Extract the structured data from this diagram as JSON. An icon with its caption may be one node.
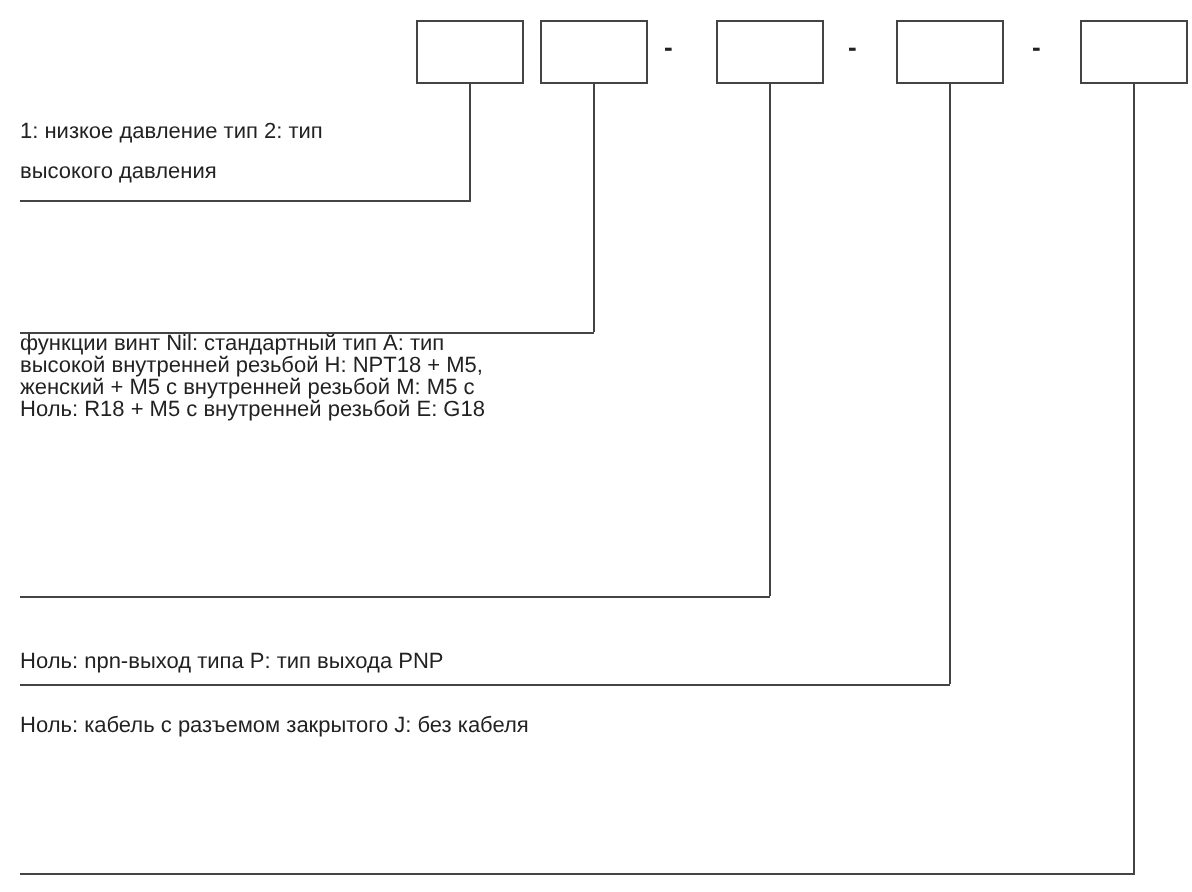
{
  "diagram": {
    "nodes": [
      {
        "text": [],
        "shape": "box"
      },
      {
        "text": [],
        "shape": "box"
      },
      {
        "text": [],
        "shape": "box"
      },
      {
        "text": [],
        "shape": "box"
      },
      {
        "text": [],
        "shape": "box"
      },
      {
        "text": [
          "1: низкое давление тип 2: тип высокого давления"
        ]
      },
      {
        "text": [
          "функции винт Nil: стандартный тип A: тип высокой внутренней резьбой H: NPT18 + M5, женский + M5 с внутренней резьбой M: M5 с Ноль: R18 + M5 с внутренней резьбой E: G18"
        ]
      },
      {
        "text": [
          "Ноль: npn-выход типа P: тип выхода PNP"
        ]
      },
      {
        "text": [
          "Ноль: кабель с разъемом закрытого J: без кабеля"
        ]
      }
    ],
    "edges": [
      {
        "from": 0,
        "to": 5,
        "arrow": "none"
      },
      {
        "from": 1,
        "to": 6,
        "arrow": "none"
      },
      {
        "from": 2,
        "to": 7,
        "arrow": "none"
      },
      {
        "from": 3,
        "to": 8,
        "arrow": "none"
      },
      {
        "from": 4,
        "to": null,
        "arrow": "none"
      }
    ],
    "labels": [
      "-",
      "-",
      "-"
    ]
  }
}
